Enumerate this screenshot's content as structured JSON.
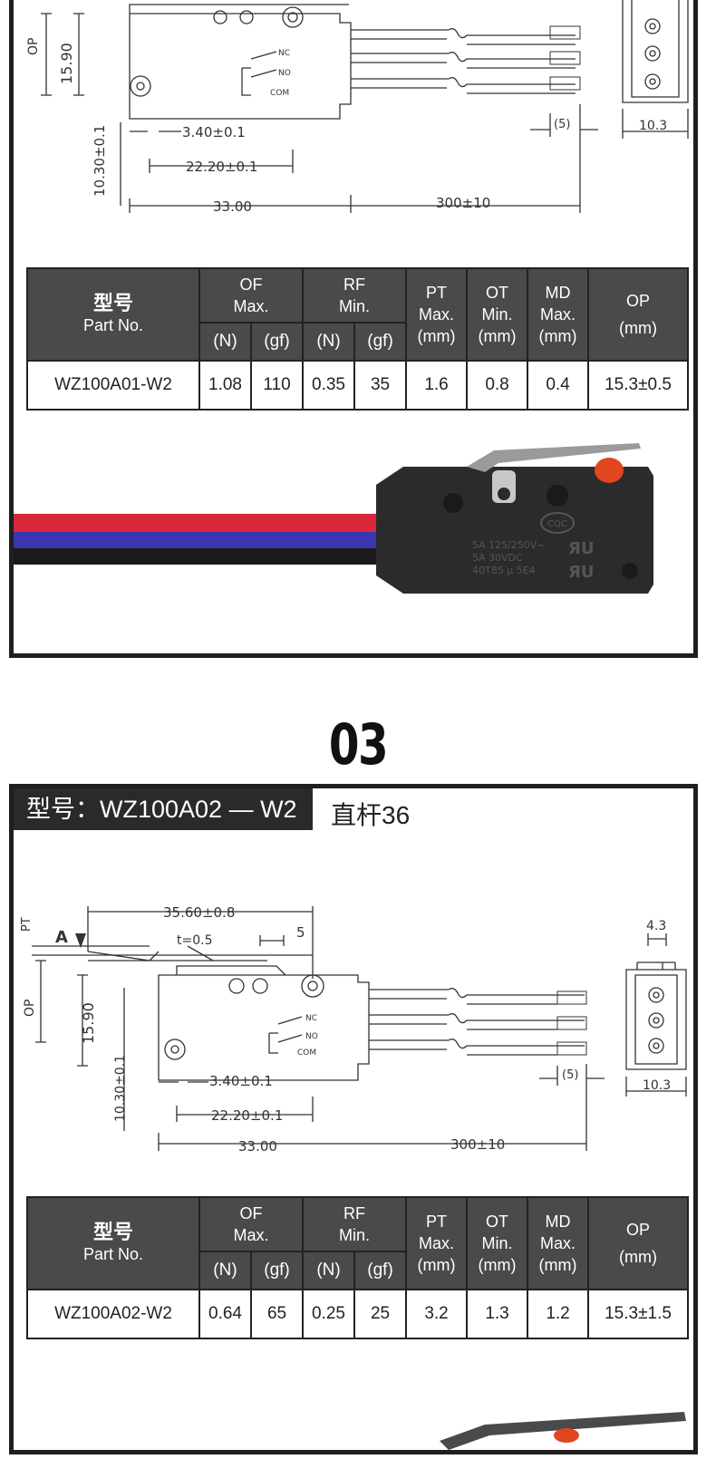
{
  "panel1": {
    "drawing": {
      "dims": {
        "op": "OP",
        "h": "15.90",
        "hole": "3.40±0.1",
        "pitch": "22.20±0.1",
        "vert": "10.30±0.1",
        "len": "33.00",
        "lead": "300±10",
        "strip": "(5)",
        "width": "10.3"
      },
      "terminals": [
        "NC",
        "NO",
        "COM"
      ]
    },
    "table": {
      "part_label": "型号",
      "part_label_en": "Part No.",
      "of": [
        "OF",
        "Max."
      ],
      "rf": [
        "RF",
        "Min."
      ],
      "pt": [
        "PT",
        "Max.",
        "(mm)"
      ],
      "ot": [
        "OT",
        "Min.",
        "(mm)"
      ],
      "md": [
        "MD",
        "Max.",
        "(mm)"
      ],
      "op": [
        "OP",
        "(mm)"
      ],
      "units": [
        "(N)",
        "(gf)",
        "(N)",
        "(gf)"
      ],
      "row": [
        "WZ100A01-W2",
        "1.08",
        "110",
        "0.35",
        "35",
        "1.6",
        "0.8",
        "0.4",
        "15.3±0.5"
      ]
    },
    "photo": {
      "marking": [
        "5A 125/250V~",
        "5A 30VDC",
        "40T85 μ 5E4"
      ],
      "cert": "CQC"
    }
  },
  "section_number": "03",
  "panel2": {
    "model_tag": "型号：WZ100A02 — W2",
    "model_sub": "直杆36",
    "drawing": {
      "dims": {
        "pt": "PT",
        "a": "A",
        "lever": "35.60±0.8",
        "t": "t=0.5",
        "five": "5",
        "op": "OP",
        "h": "15.90",
        "hole": "3.40±0.1",
        "pitch": "22.20±0.1",
        "vert": "10.30±0.1",
        "len": "33.00",
        "lead": "300±10",
        "strip": "(5)",
        "top": "4.3",
        "width": "10.3"
      },
      "terminals": [
        "NC",
        "NO",
        "COM"
      ]
    },
    "table": {
      "part_label": "型号",
      "part_label_en": "Part No.",
      "of": [
        "OF",
        "Max."
      ],
      "rf": [
        "RF",
        "Min."
      ],
      "pt": [
        "PT",
        "Max.",
        "(mm)"
      ],
      "ot": [
        "OT",
        "Min.",
        "(mm)"
      ],
      "md": [
        "MD",
        "Max.",
        "(mm)"
      ],
      "op": [
        "OP",
        "(mm)"
      ],
      "units": [
        "(N)",
        "(gf)",
        "(N)",
        "(gf)"
      ],
      "row": [
        "WZ100A02-W2",
        "0.64",
        "65",
        "0.25",
        "25",
        "3.2",
        "1.3",
        "1.2",
        "15.3±1.5"
      ]
    }
  },
  "colors": {
    "frame": "#1f1f1f",
    "table_header": "#4a4a4a",
    "wire_red": "#d8283a",
    "wire_blue": "#3a36b0",
    "wire_black": "#1a1a1a",
    "switch_body": "#2b2b2b",
    "actuator": "#e0461f"
  }
}
